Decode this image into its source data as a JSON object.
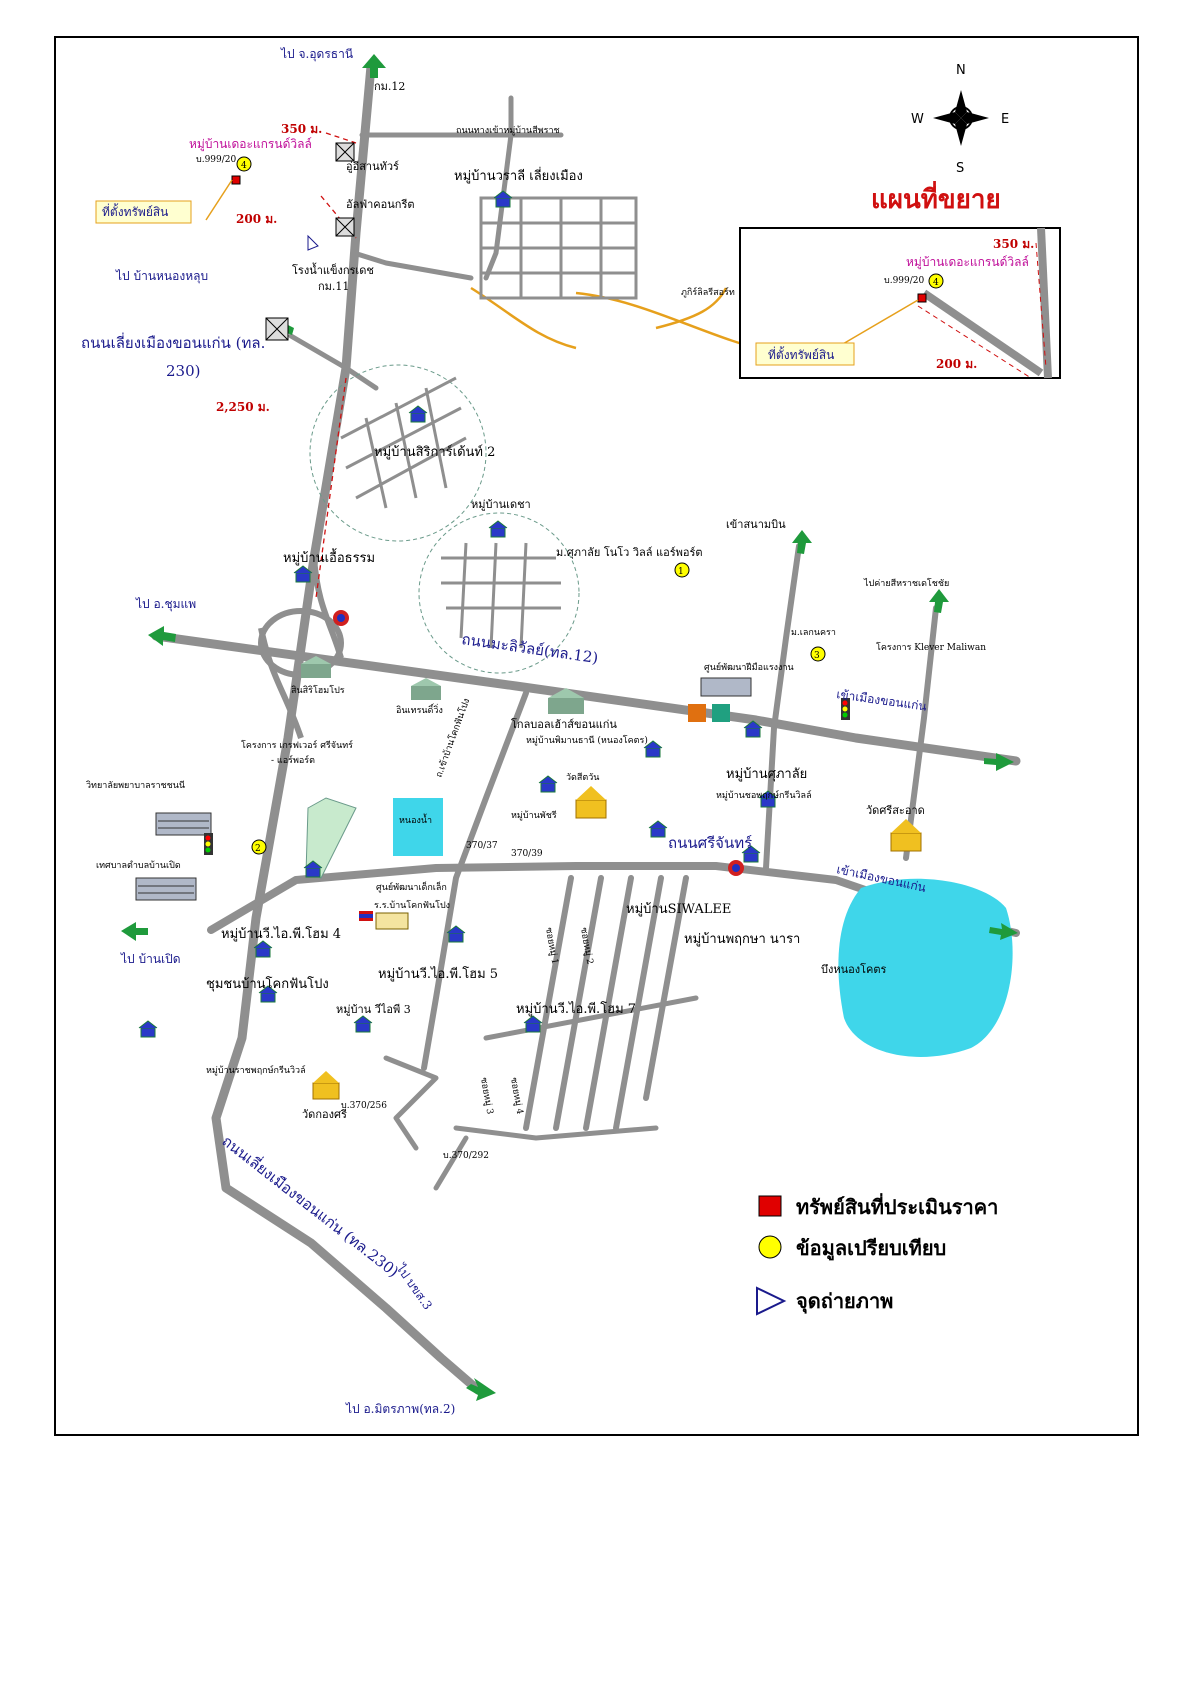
{
  "title": "แผนที่ขยาย",
  "compass": {
    "n": "N",
    "s": "S",
    "e": "E",
    "w": "W"
  },
  "inset": {
    "distance_top": "350 ม.",
    "village": "หมู่บ้านเดอะแกรนด์วิลล์",
    "plot": "บ.999/20",
    "marker": "4",
    "property_label": "ที่ตั้งทรัพย์สิน",
    "distance_bottom": "200 ม."
  },
  "labels": {
    "to_udon": "ไป จ.อุดรธานี",
    "km12": "กม.12",
    "dist_350": "350 ม.",
    "grand_ville": "หมู่บ้านเดอะแกรนด์วิลล์",
    "plot_999": "บ.999/20",
    "marker_4": "4",
    "property_location": "ที่ตั้งทรัพย์สิน",
    "dist_200": "200 ม.",
    "garage": "อู่อีสานทัวร์",
    "alpha_concrete": "อัลฟ่าคอนกรีต",
    "road_supharat": "ถนนทางเข้าหมู่บ้านสีพราช",
    "warali": "หมู่บ้านวราลี เลี่ยงเมือง",
    "to_nong_hlub": "ไป บ้านหนองหลุบ",
    "ice_factory": "โรงน้ำแข็งกรเดช",
    "km11": "กม.11",
    "phuket_resort": "ภูกิร์ลิลรีสอร์ท",
    "bypass_road_1": "ถนนเลี่ยงเมืองขอนแก่น (ทล.",
    "bypass_road_2": "230)",
    "dist_2250": "2,250 ม.",
    "sirigarden": "หมู่บ้านสิริการ์เด้นท์ 2",
    "decha": "หมู่บ้านเดชา",
    "airport": "เข้าสนามบิน",
    "supalai_airport": "ม.ศุภาลัย โนโว วิลล์ แอร์พอร์ต",
    "marker_1": "1",
    "ue_tham": "หมู่บ้านเอื้อธรรม",
    "to_chumphae": "ไป อ.ชุมแพ",
    "to_army": "ไปค่ายสีหราชเดโชชัย",
    "m_lanna": "ม.เลกนครา",
    "klever": "โครงการ Klever Maliwan",
    "marker_3": "3",
    "maliwan_road": "ถนนมะลิวัลย์(ทล.12)",
    "sinsiri": "สินสิริโฮมโปร",
    "intrawiwat": "อินเทรนดิ์วิ่ง",
    "welfare_center": "ศูนย์พัฒนาฝีมือแรงงาน",
    "global_house": "โกลบอลเฮ้าส์ขอนแก่น",
    "phiman_thani": "หมู่บ้านพิมานธานี (หนองโคตร)",
    "to_khonkaen_1": "เข้าเมืองขอนแก่น",
    "supalai": "หมู่บ้านศุภาลัย",
    "greenville": "หมู่บ้านชอพฤกษ์กรีนวิลล์",
    "nursing_college": "วิทยาลัยพยาบาลราชชนนี",
    "grand_airport_1": "โครงการ เกรฟเวอร์ ศรีจันทร์",
    "grand_airport_2": "- แอร์พอร์ต",
    "road_khok_fan_pong": "ถ.เข้าบ้านโคกฟันโปง",
    "pond": "หนองน้ำ",
    "wat_si_wan": "วัดสีตวัน",
    "plot_370_37": "370/37",
    "plot_370_39": "370/39",
    "phatcharee": "หมู่บ้านพัชรี",
    "si_chan_road": "ถนนศรีจันทร์",
    "wat_si_sa_at": "วัดศรีสะอาด",
    "municipality": "เทศบาลตำบลบ้านเปิด",
    "marker_2": "2",
    "child_center": "ศูนย์พัฒนาเด็กเล็ก",
    "school": "ร.ร.บ้านโคกฟันโปง",
    "to_khonkaen_2": "เข้าเมืองขอนแก่น",
    "to_ban_pet": "ไป บ้านเปิด",
    "vip4": "หมู่บ้านวี.ไอ.พี.โฮม 4",
    "vip5": "หมู่บ้านวี.ไอ.พี.โฮม 5",
    "siwalee": "หมู่บ้านSIWALEE",
    "phruksa": "หมู่บ้านพฤกษา นารา",
    "nong_khot": "บึงหนองโคตร",
    "khok_fan_pong": "ชุมชนบ้านโคกฟันโปง",
    "vip3": "หมู่บ้าน วีไอพี 3",
    "vip7": "หมู่บ้านวี.ไอ.พี.โฮม 7",
    "ratchaphruek": "หมู่บ้านราชพฤกษ์กรีนวิวล์",
    "plot_370_256": "บ.370/256",
    "wat_kong_si": "วัดกองศรี",
    "plot_370_292": "บ.370/292",
    "soi_1": "ซอยหมู่ 1",
    "soi_2": "ซอยหมู่ 2",
    "soi_3": "ซอยหมู่ 3",
    "soi_4": "ซอยหมู่ 4",
    "bypass_road_lower": "ถนนเลี่ยงเมืองขอนแก่น (ทล.230)",
    "to_bks3": "ไป บขส.3",
    "to_mittraphap": "ไป อ.มิตรภาพ(ทล.2)"
  },
  "legend": {
    "asset": "ทรัพย์สินที่ประเมินราคา",
    "comparison": "ข้อมูลเปรียบเทียบ",
    "photo": "จุดถ่ายภาพ"
  },
  "colors": {
    "road": "#9a9a9a",
    "road_edge": "#6f6f6f",
    "arrow": "#1f9a3c",
    "water": "#3fd6ea",
    "marker_yellow": "#ffff00",
    "asset_red": "#e00000",
    "title_red": "#d01010",
    "orange_road": "#e6a01c",
    "blue_text": "#1a1a8c",
    "magenta": "#c0109a"
  }
}
